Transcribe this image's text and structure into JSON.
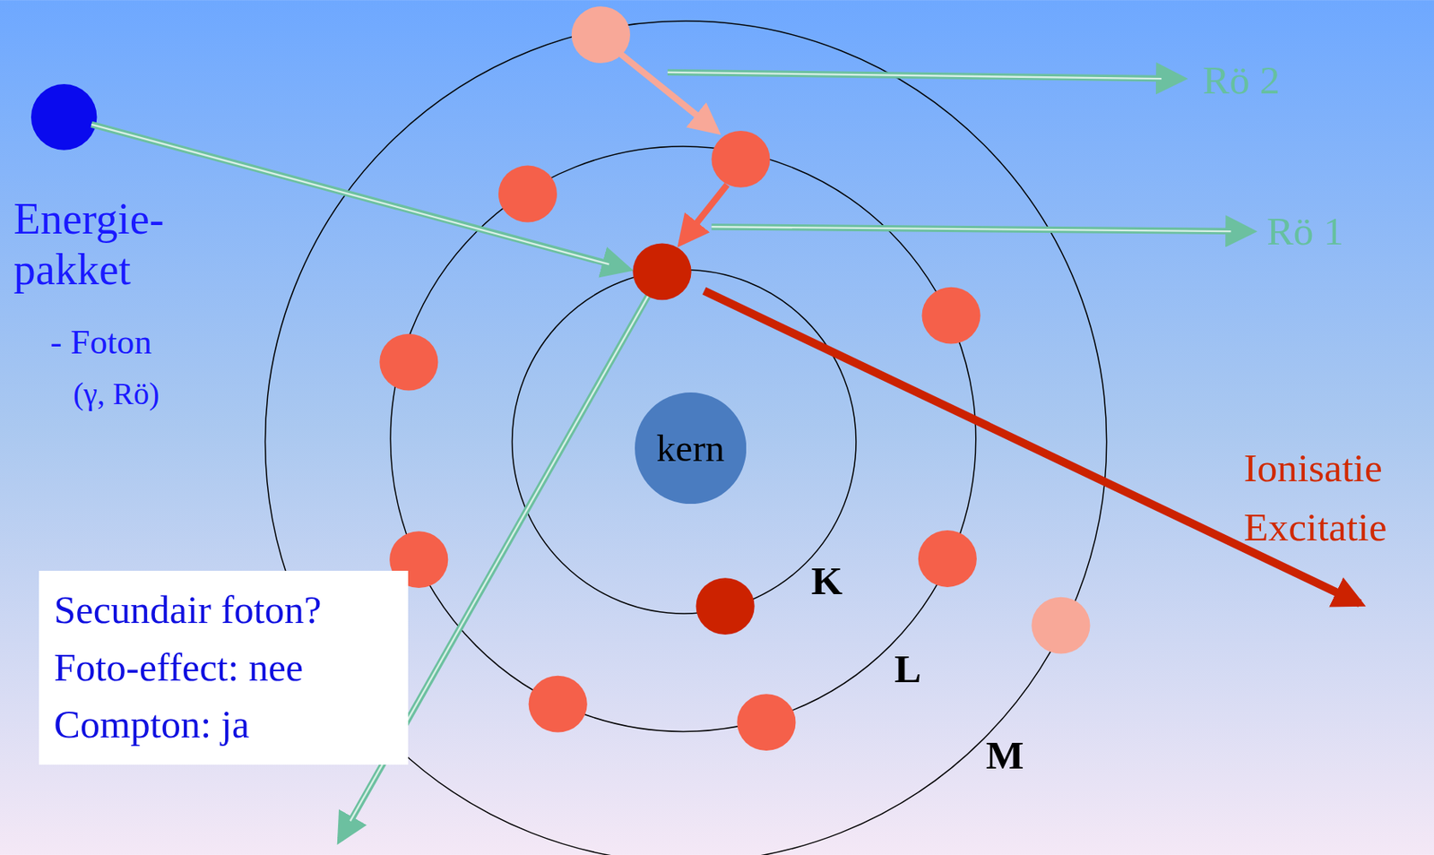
{
  "diagram": {
    "nodes": [
      {
        "text": [
          "kern"
        ]
      },
      {
        "text": [
          "Secundair foton?",
          "Foto-effect: nee",
          "Compton: ja"
        ]
      }
    ],
    "labels": [
      "Energie- pakket",
      "- Foton",
      "(γ, Rö)",
      "Rö 2",
      "Rö 1",
      "Ionisatie",
      "Excitatie",
      "K",
      "L",
      "M"
    ]
  }
}
